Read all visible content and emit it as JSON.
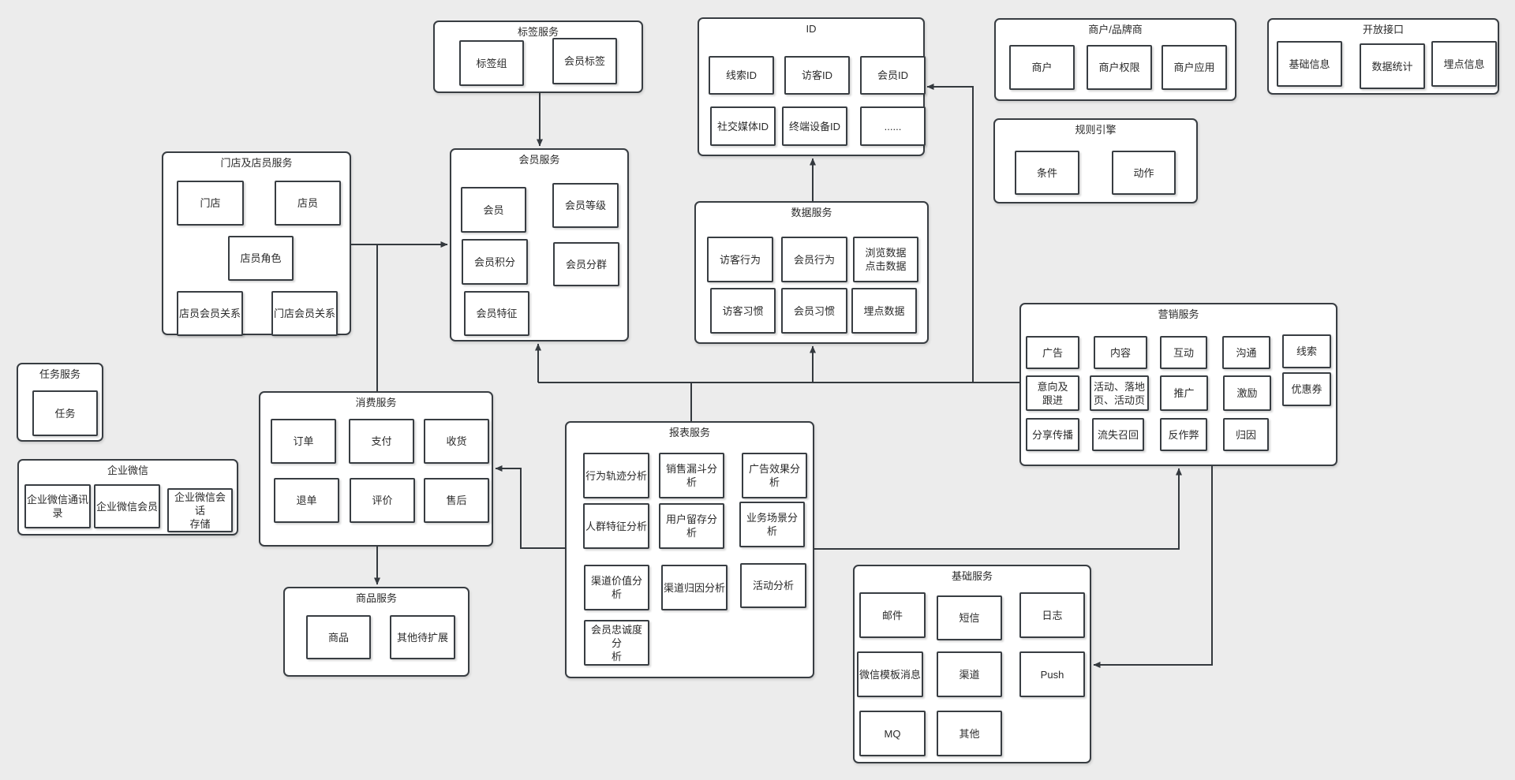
{
  "canvas": {
    "background": "#ececec",
    "box_fill": "#ffffff",
    "box_border": "#383d42",
    "text_color": "#2a2a2a"
  },
  "groups": {
    "tag_service": {
      "title": "标签服务",
      "items": [
        "标签组",
        "会员标签"
      ]
    },
    "id_service": {
      "title": "ID",
      "items": [
        "线索ID",
        "访客ID",
        "会员ID",
        "社交媒体ID",
        "终端设备ID",
        "......"
      ]
    },
    "merchant": {
      "title": "商户/品牌商",
      "items": [
        "商户",
        "商户权限",
        "商户应用"
      ]
    },
    "open_api": {
      "title": "开放接口",
      "items": [
        "基础信息",
        "数据统计",
        "埋点信息"
      ]
    },
    "rule_engine": {
      "title": "规则引擎",
      "items": [
        "条件",
        "动作"
      ]
    },
    "store_staff": {
      "title": "门店及店员服务",
      "items": [
        "门店",
        "店员",
        "店员角色",
        "店员会员关系",
        "门店会员关系"
      ]
    },
    "member": {
      "title": "会员服务",
      "items": [
        "会员",
        "会员等级",
        "会员积分",
        "会员分群",
        "会员特征"
      ]
    },
    "data_service": {
      "title": "数据服务",
      "items": [
        "访客行为",
        "会员行为",
        "浏览数据\n点击数据",
        "访客习惯",
        "会员习惯",
        "埋点数据"
      ]
    },
    "marketing": {
      "title": "营销服务",
      "items": [
        "广告",
        "内容",
        "互动",
        "沟通",
        "线索",
        "意向及\n跟进",
        "活动、落地\n页、活动页",
        "推广",
        "激励",
        "优惠券",
        "分享传播",
        "流失召回",
        "反作弊",
        "归因"
      ]
    },
    "task": {
      "title": "任务服务",
      "items": [
        "任务"
      ]
    },
    "wecom": {
      "title": "企业微信",
      "items": [
        "企业微信通讯\n录",
        "企业微信会员",
        "企业微信会话\n存储"
      ]
    },
    "consumption": {
      "title": "消费服务",
      "items": [
        "订单",
        "支付",
        "收货",
        "退单",
        "评价",
        "售后"
      ]
    },
    "report": {
      "title": "报表服务",
      "items": [
        "行为轨迹分析",
        "销售漏斗分析",
        "广告效果分析",
        "人群特征分析",
        "用户留存分析",
        "业务场景分析",
        "渠道价值分析",
        "渠道归因分析",
        "活动分析",
        "会员忠诚度分\n析"
      ]
    },
    "product": {
      "title": "商品服务",
      "items": [
        "商品",
        "其他待扩展"
      ]
    },
    "basic": {
      "title": "基础服务",
      "items": [
        "邮件",
        "短信",
        "日志",
        "微信模板消息",
        "渠道",
        "Push",
        "MQ",
        "其他"
      ]
    }
  },
  "connections": [
    {
      "from": "标签服务",
      "to": "会员服务"
    },
    {
      "from": "门店及店员服务",
      "to": "会员服务"
    },
    {
      "from": "门店及店员服务",
      "to": "消费服务"
    },
    {
      "from": "消费服务",
      "to": "商品服务"
    },
    {
      "from": "数据服务",
      "to": "ID"
    },
    {
      "from": "报表服务",
      "to": "会员服务"
    },
    {
      "from": "报表服务",
      "to": "数据服务"
    },
    {
      "from": "报表服务",
      "to": "ID"
    },
    {
      "from": "报表服务",
      "to": "营销服务"
    },
    {
      "from": "报表服务",
      "to": "消费服务"
    },
    {
      "from": "营销服务",
      "to": "基础服务"
    }
  ]
}
